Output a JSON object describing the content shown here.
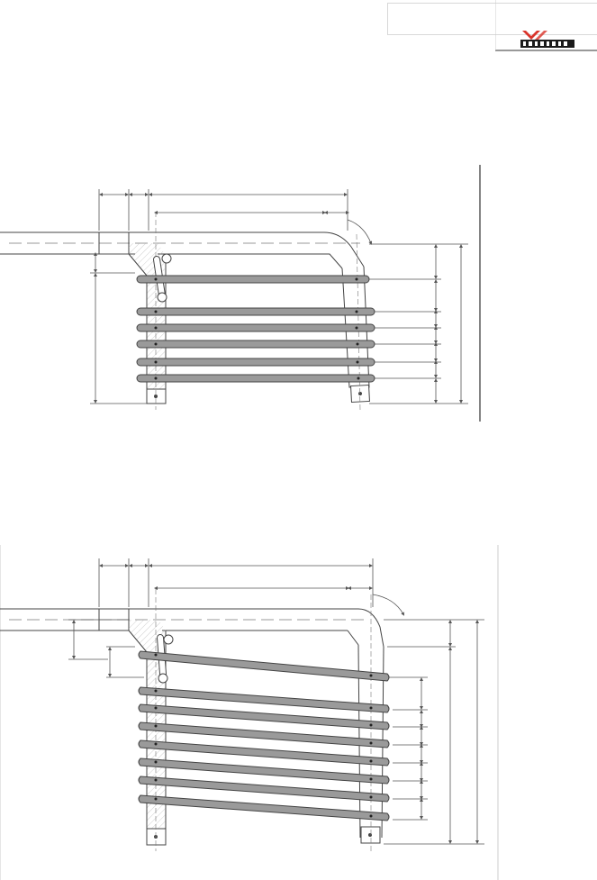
{
  "header": {
    "title_box_text": "",
    "logo_text": "BÖSEMA",
    "logo_colors": {
      "mark": "#d9342b",
      "band": "#1a1a1a"
    }
  },
  "drawings": [
    {
      "name": "rail-fixed",
      "description_text": ""
    },
    {
      "name": "rail-inclined",
      "description_text": ""
    }
  ],
  "colors": {
    "line": "#333333",
    "dim": "#555555",
    "bar_fill": "#9a9a9a",
    "bar_stroke": "#444444",
    "pipe_fill": "#ffffff",
    "hatch": "#b0b0b0"
  }
}
